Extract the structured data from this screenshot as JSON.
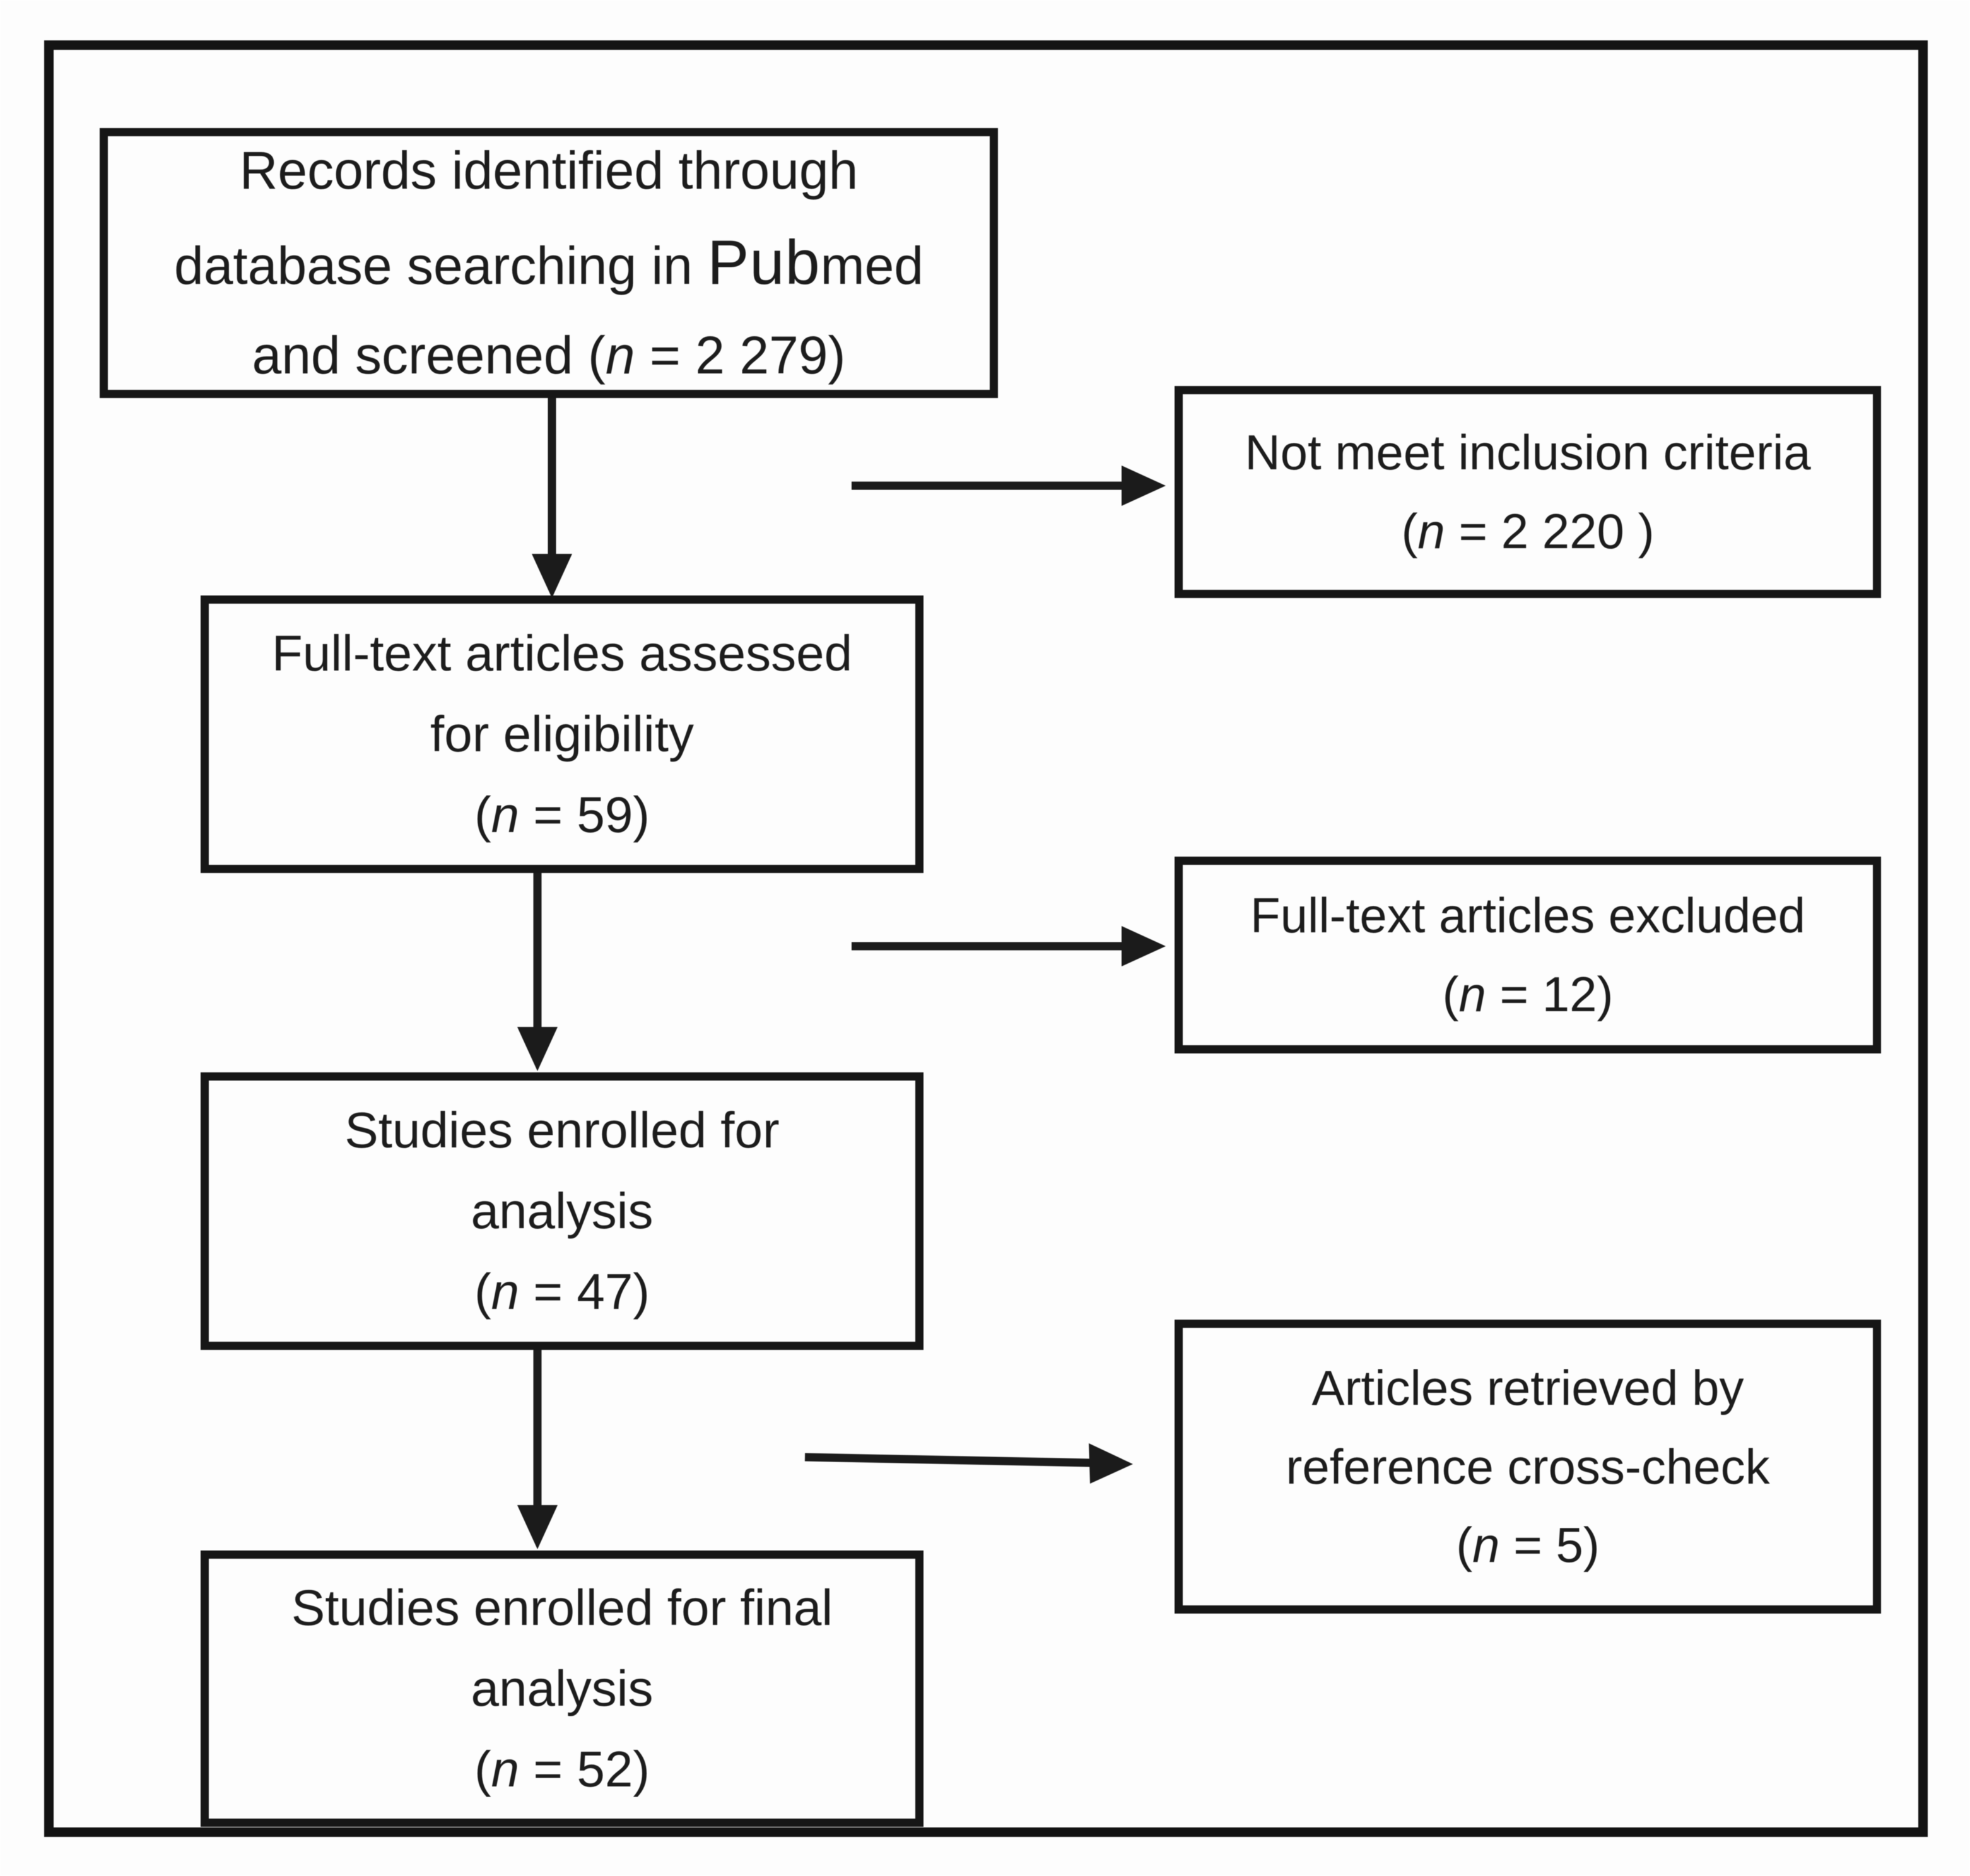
{
  "figure": {
    "type": "study-selection-flowchart",
    "colors": {
      "ink": "#1c1c1c",
      "line": "#1b1b1b",
      "background": "#fdfdfd"
    }
  },
  "boxes": [
    {
      "id": "records",
      "lines": [
        "Records identified through",
        "database searching in Pubmed",
        "and screened (n = 2 279)"
      ],
      "count": "2 279"
    },
    {
      "id": "not-meet",
      "lines": [
        "Not meet inclusion criteria",
        "(n = 2 220 )"
      ],
      "count": "2 220"
    },
    {
      "id": "fulltext-assessed",
      "lines": [
        "Full-text articles assessed",
        "for eligibility",
        "(n = 59)"
      ],
      "count": "59"
    },
    {
      "id": "fulltext-excluded",
      "lines": [
        "Full-text articles excluded",
        "(n = 12)"
      ],
      "count": "12"
    },
    {
      "id": "enrolled",
      "lines": [
        "Studies enrolled for",
        "analysis",
        "(n = 47)"
      ],
      "count": "47"
    },
    {
      "id": "crosscheck",
      "lines": [
        "Articles retrieved by",
        "reference cross-check",
        "(n = 5)"
      ],
      "count": "5"
    },
    {
      "id": "final",
      "lines": [
        "Studies enrolled for final",
        "analysis",
        "(n = 52)"
      ],
      "count": "52"
    }
  ],
  "edges": [
    {
      "from": "records",
      "to": "fulltext-assessed",
      "type": "vertical-arrow"
    },
    {
      "from": "records",
      "to": "not-meet",
      "type": "horizontal-arrow"
    },
    {
      "from": "fulltext-assessed",
      "to": "enrolled",
      "type": "vertical-arrow"
    },
    {
      "from": "fulltext-assessed",
      "to": "fulltext-excluded",
      "type": "horizontal-arrow"
    },
    {
      "from": "enrolled",
      "to": "final",
      "type": "vertical-arrow"
    },
    {
      "from": "enrolled",
      "to": "crosscheck",
      "type": "horizontal-arrow"
    }
  ]
}
